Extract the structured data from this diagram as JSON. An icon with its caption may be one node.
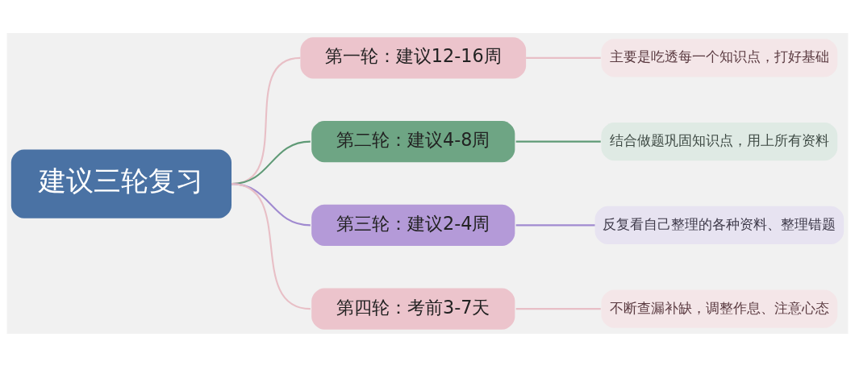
{
  "diagram": {
    "nodes": [
      {
        "text": [
          "建议三轮复习"
        ]
      },
      {
        "text": [
          "第一轮：建议12-16周"
        ]
      },
      {
        "text": [
          "第二轮：建议4-8周"
        ]
      },
      {
        "text": [
          "第三轮：建议2-4周"
        ]
      },
      {
        "text": [
          "第四轮：考前3-7天"
        ]
      },
      {
        "text": [
          "主要是吃透每一个知识点，打好基础"
        ]
      },
      {
        "text": [
          "结合做题巩固知识点，用上所有资料"
        ]
      },
      {
        "text": [
          "反复看自己整理的各种资料、整理错题"
        ]
      },
      {
        "text": [
          "不断查漏补缺，调整作息、注意心态"
        ]
      }
    ],
    "edges": [
      {
        "from": 0,
        "to": 1,
        "arrow": "none"
      },
      {
        "from": 0,
        "to": 2,
        "arrow": "none",
        "color": "#5f9a76"
      },
      {
        "from": 0,
        "to": 3,
        "arrow": "none",
        "color": "#a08ad0"
      },
      {
        "from": 0,
        "to": 4,
        "arrow": "none"
      },
      {
        "from": 1,
        "to": 5,
        "arrow": "none"
      },
      {
        "from": 2,
        "to": 6,
        "arrow": "none",
        "color": "#5f9a76"
      },
      {
        "from": 3,
        "to": 7,
        "arrow": "none",
        "color": "#a08ad0"
      },
      {
        "from": 4,
        "to": 8,
        "arrow": "none"
      }
    ]
  }
}
